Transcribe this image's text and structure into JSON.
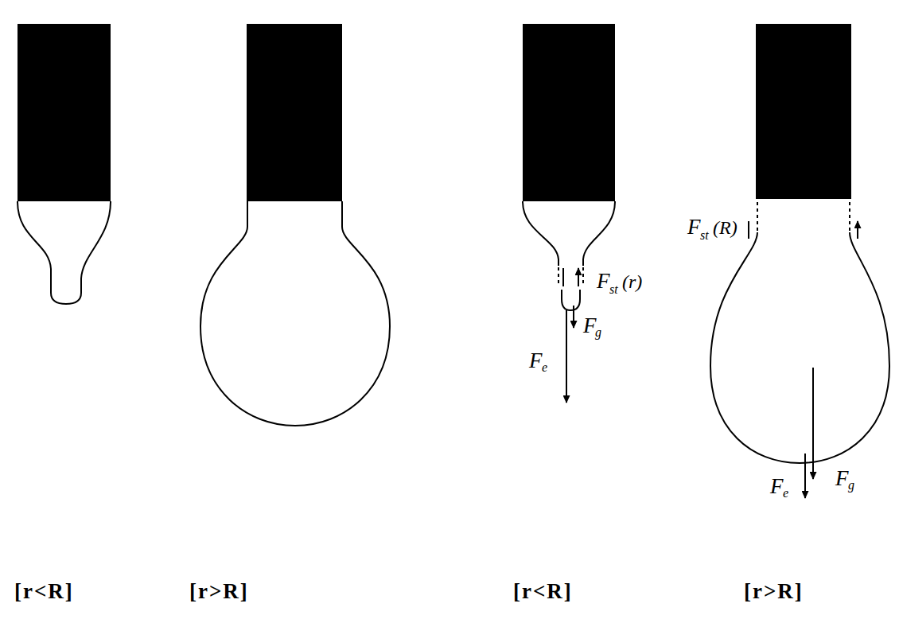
{
  "diagram": {
    "labels": [
      "F",
      "st",
      "(r)",
      "F",
      "g",
      "F",
      "e",
      "F",
      "st",
      "(R)",
      "F",
      "g",
      "F",
      "e",
      "[r<R]",
      "[r>R]",
      "[r<R]",
      "[r>R]"
    ]
  }
}
